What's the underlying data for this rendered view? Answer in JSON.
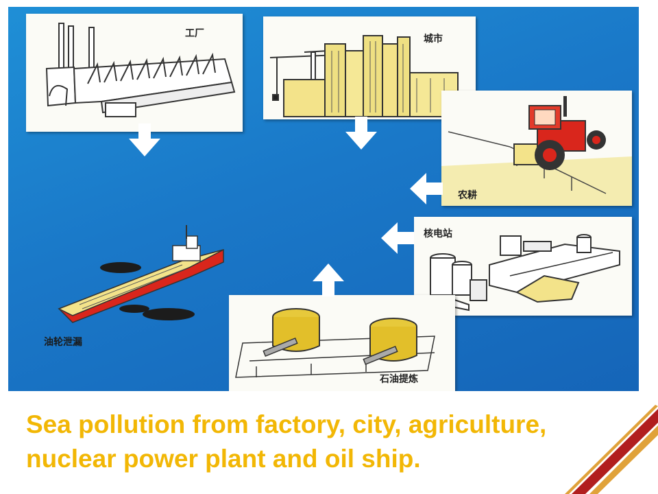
{
  "labels": {
    "factory": "工厂",
    "city": "城市",
    "farming": "农耕",
    "nuclear": "核电站",
    "refinery": "石油提炼",
    "tanker": "油轮泄漏"
  },
  "caption": {
    "line1": "Sea pollution from factory, city, agriculture,",
    "line2": "nuclear power plant and oil ship."
  },
  "colors": {
    "sea": "#1a78c8",
    "caption": "#f2b705",
    "ribbon": "#b11e1e"
  }
}
